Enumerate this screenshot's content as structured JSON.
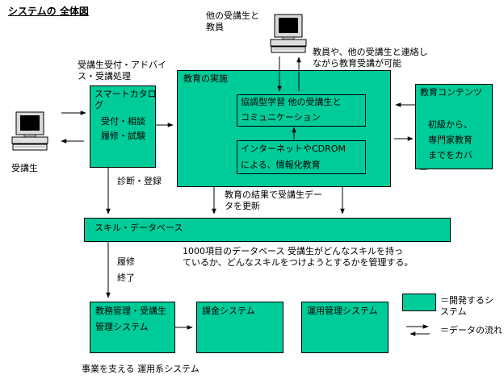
{
  "title": "システムの 全体図",
  "people": {
    "student": "受講生",
    "others_line1": "他の受講生と",
    "others_line2": "教員",
    "others_note_line1": "教員や、他の受講生と連絡し",
    "others_note_line2": "ながら教育受講が可能"
  },
  "reception": {
    "caption_line1": "受講生受付・アドバイ",
    "caption_line2": "ス・受講処理",
    "box_title_line1": "スマートカタロ",
    "box_title_line2": "グ",
    "item1": "受付・相談",
    "item2": "履修・試験"
  },
  "education": {
    "title": "教育の実施",
    "collab_line1": "協調型学習 他の受講生と",
    "collab_line2": "コミュニケーション",
    "internet_line1": "インターネットやCDROM",
    "internet_line2": "による、情報化教育"
  },
  "contents": {
    "title": "教育コンテンツ",
    "line1": "初級から、",
    "line2": "専門家教育",
    "line3": "までをカバ",
    "line4": "ー"
  },
  "labels": {
    "diagnosis": "診断・登録",
    "result_line1": "教育の結果で受講生デー",
    "result_line2": "タを更新",
    "enroll": "履修",
    "finish": "終了"
  },
  "skilldb": {
    "title": "スキル・データベース",
    "desc_line1": "1000項目のデータベース 受講生がどんなスキルを持っ",
    "desc_line2": "ているか、どんなスキルをつけようとするかを管理する。"
  },
  "operations": {
    "edu_mgmt_line1": "教務管理・受講生",
    "edu_mgmt_line2": "管理システム",
    "billing": "課金システム",
    "ops_mgmt": "運用管理システム",
    "caption": "事業を支える 運用系システム"
  },
  "legend": {
    "box_label_line1": "＝開発するシ",
    "box_label_line2": "ステム",
    "flow_label": "＝データの流れ"
  },
  "colors": {
    "system_fill": "#00cc99",
    "line": "#000000"
  }
}
